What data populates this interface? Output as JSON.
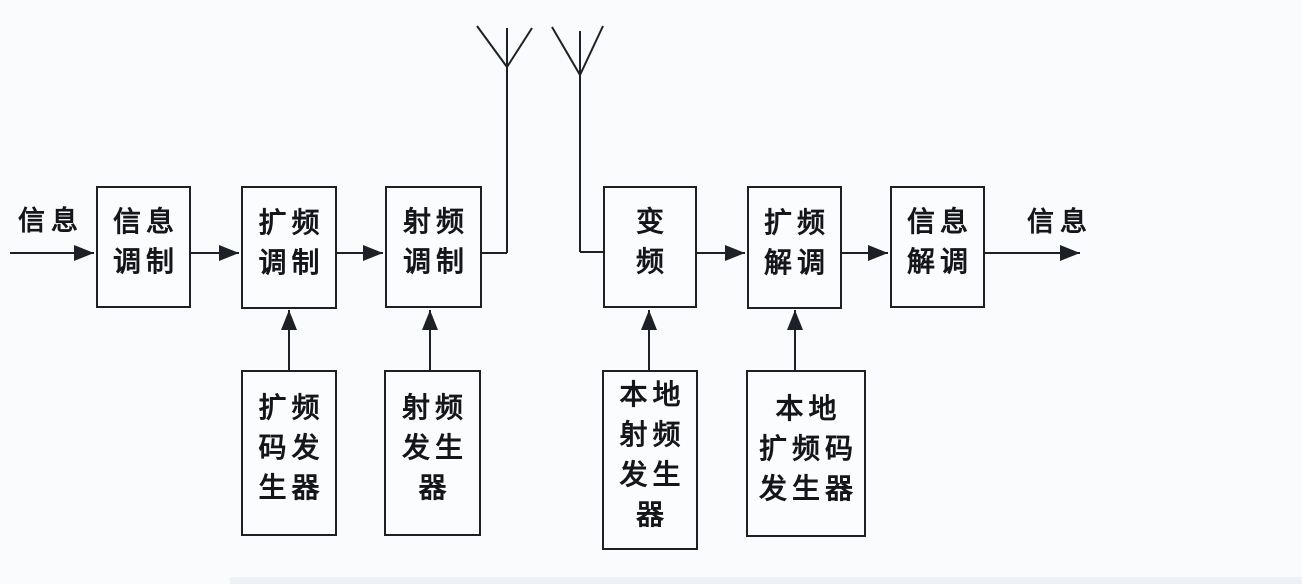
{
  "labels": {
    "input": "信息",
    "output": "信息"
  },
  "blocks": [
    {
      "id": "info-modulation",
      "text": "信息\n调制"
    },
    {
      "id": "spread-modulation",
      "text": "扩频\n调制"
    },
    {
      "id": "rf-modulation",
      "text": "射频\n调制"
    },
    {
      "id": "frequency-conversion",
      "text": "变\n频"
    },
    {
      "id": "spread-demodulation",
      "text": "扩频\n解调"
    },
    {
      "id": "info-demodulation",
      "text": "信息\n解调"
    },
    {
      "id": "spread-code-generator",
      "text": "扩频\n码发\n生器"
    },
    {
      "id": "rf-generator",
      "text": "射频\n发生\n器"
    },
    {
      "id": "local-rf-generator",
      "text": "本地\n射频\n发生\n器"
    },
    {
      "id": "local-spread-code-generator",
      "text": "本地\n扩频码\n发生器"
    }
  ],
  "icons": {
    "tx_antenna": "antenna-icon",
    "rx_antenna": "antenna-icon"
  },
  "colors": {
    "line": "#1d2027",
    "background": "#f9fbfd",
    "text": "#14161a"
  }
}
